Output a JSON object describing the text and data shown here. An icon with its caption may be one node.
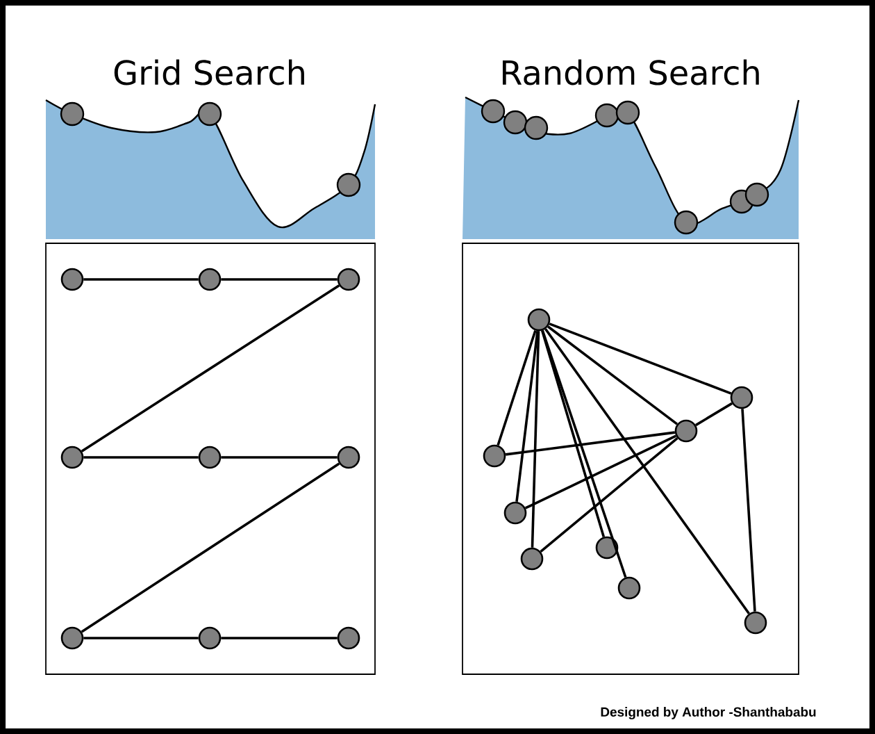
{
  "diagram": {
    "nodes": [
      {
        "text": [],
        "shape": "box"
      },
      {
        "text": [],
        "shape": "box"
      },
      {
        "text": [],
        "shape": "circle",
        "in": 0
      },
      {
        "text": [],
        "shape": "circle",
        "in": 0
      },
      {
        "text": [],
        "shape": "circle",
        "in": 0
      },
      {
        "text": [],
        "shape": "circle",
        "in": 0
      },
      {
        "text": [],
        "shape": "circle",
        "in": 0
      },
      {
        "text": [],
        "shape": "circle",
        "in": 0
      },
      {
        "text": [],
        "shape": "circle",
        "in": 0
      },
      {
        "text": [],
        "shape": "circle",
        "in": 0
      },
      {
        "text": [],
        "shape": "circle",
        "in": 0
      },
      {
        "text": [],
        "shape": "circle",
        "in": 1
      },
      {
        "text": [],
        "shape": "circle",
        "in": 1
      },
      {
        "text": [],
        "shape": "circle",
        "in": 1
      },
      {
        "text": [],
        "shape": "circle",
        "in": 1
      },
      {
        "text": [],
        "shape": "circle",
        "in": 1
      },
      {
        "text": [],
        "shape": "circle",
        "in": 1
      },
      {
        "text": [],
        "shape": "circle",
        "in": 1
      },
      {
        "text": [],
        "shape": "circle",
        "in": 1
      },
      {
        "text": [],
        "shape": "circle",
        "in": 1
      }
    ],
    "edges": [
      {
        "from": 2,
        "to": 3,
        "arrow": "none"
      },
      {
        "from": 3,
        "to": 4,
        "arrow": "none"
      },
      {
        "from": 4,
        "to": 5,
        "arrow": "none"
      },
      {
        "from": 5,
        "to": 6,
        "arrow": "none"
      },
      {
        "from": 6,
        "to": 7,
        "arrow": "none"
      },
      {
        "from": 7,
        "to": 8,
        "arrow": "none"
      },
      {
        "from": 8,
        "to": 9,
        "arrow": "none"
      },
      {
        "from": 9,
        "to": 10,
        "arrow": "none"
      },
      {
        "from": 11,
        "to": 12,
        "arrow": "none"
      },
      {
        "from": 11,
        "to": 13,
        "arrow": "none"
      },
      {
        "from": 11,
        "to": 14,
        "arrow": "none"
      },
      {
        "from": 11,
        "to": 15,
        "arrow": "none"
      },
      {
        "from": 11,
        "to": 16,
        "arrow": "none"
      },
      {
        "from": 11,
        "to": 17,
        "arrow": "none"
      },
      {
        "from": 11,
        "to": 18,
        "arrow": "none"
      },
      {
        "from": 11,
        "to": 19,
        "arrow": "none"
      },
      {
        "from": 13,
        "to": 12,
        "arrow": "none"
      },
      {
        "from": 13,
        "to": 14,
        "arrow": "none"
      },
      {
        "from": 13,
        "to": 15,
        "arrow": "none"
      },
      {
        "from": 13,
        "to": 17,
        "arrow": "none"
      },
      {
        "from": 12,
        "to": 19,
        "arrow": "none"
      }
    ],
    "labels": [
      "Grid Search",
      "Random Search",
      "Designed by Author -Shanthababu"
    ]
  }
}
